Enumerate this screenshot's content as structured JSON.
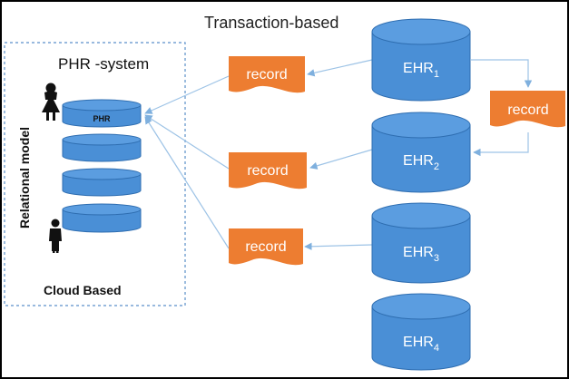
{
  "title": "Transaction-based",
  "phr_box": {
    "system_label": "PHR -system",
    "model_label": "Relational model",
    "cloud_label": "Cloud Based",
    "db_label": "PHR"
  },
  "records": {
    "record_1": "record",
    "record_2": "record",
    "record_3": "record",
    "record_side": "record"
  },
  "ehr": [
    {
      "base": "EHR",
      "sub": "1"
    },
    {
      "base": "EHR",
      "sub": "2"
    },
    {
      "base": "EHR",
      "sub": "3"
    },
    {
      "base": "EHR",
      "sub": "4"
    }
  ],
  "colors": {
    "cylinder_fill": "#4a8fd6",
    "cylinder_stroke": "#2e6db0",
    "record_fill": "#ed7d31",
    "arrow": "#9dc3e6",
    "dashed_border": "#5b8fc9"
  }
}
